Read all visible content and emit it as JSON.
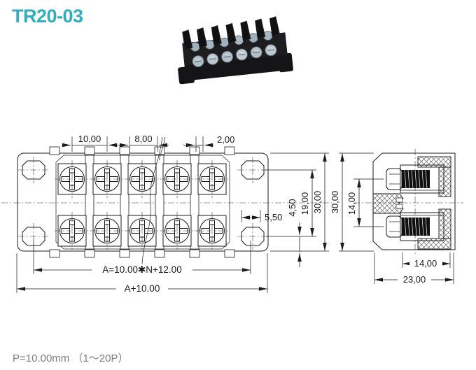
{
  "title": {
    "text": "TR20-03"
  },
  "footer": {
    "text": "P=10.00mm （1～20P）"
  },
  "colors": {
    "title_teal": "#2FAFBB",
    "drawing_line": "#1b1b1b",
    "footer_gray": "#7e7e7e",
    "photo_body_black": "#1d1d20",
    "photo_screw_silver": "#b3bfc8"
  },
  "photo": {
    "description": "black dual-row barrier terminal block, 6 poles visible"
  },
  "dims": {
    "pitch": "10,00",
    "opening": "8,00",
    "barrier": "2,00",
    "hole_inset": "5,50",
    "hole_to_edge": "4,50",
    "hole_span": "19,00",
    "front_height": "30,00",
    "side_height": "30,00",
    "screw_row_spacing": "14,00",
    "clamp_width": "14,00",
    "overall_depth": "23,00",
    "mounting_span_formula": "A=10.00✱N+12.00",
    "overall_length_formula": "A+10.00"
  }
}
